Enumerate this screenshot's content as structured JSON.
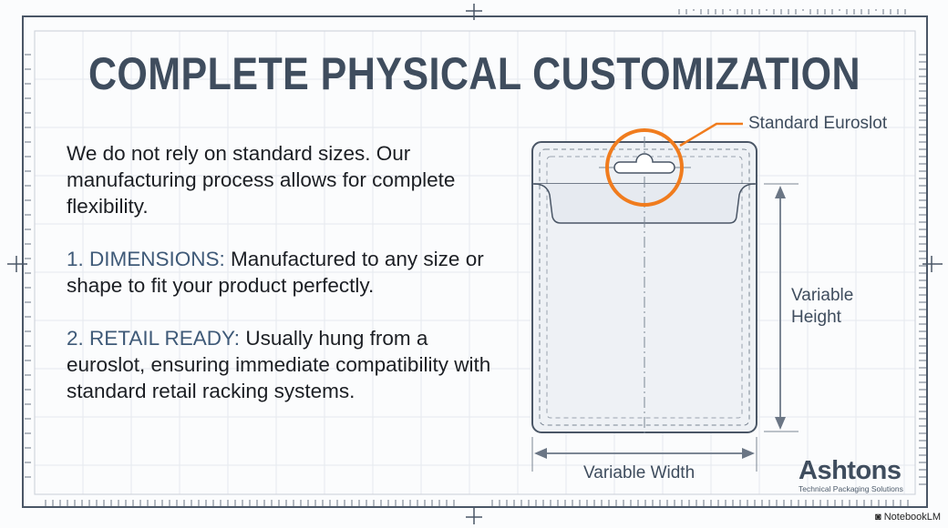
{
  "title": "COMPLETE PHYSICAL CUSTOMIZATION",
  "intro": "We do not rely on standard sizes. Our manufacturing process allows for complete flexibility.",
  "points": [
    {
      "label": "1. DIMENSIONS:",
      "text": " Manufactured to any size or shape to fit your product perfectly."
    },
    {
      "label": "2. RETAIL READY:",
      "text": " Usually hung from a euroslot, ensuring immediate compatibility with standard retail racking systems."
    }
  ],
  "diagram": {
    "euroslot_label": "Standard Euroslot",
    "height_label_1": "Variable",
    "height_label_2": "Height",
    "width_label": "Variable Width"
  },
  "logo": {
    "name": "Ashtons",
    "tagline": "Technical Packaging Solutions"
  },
  "watermark": "NotebookLM",
  "colors": {
    "accent": "#f07c1e",
    "ink": "#3f4d5e"
  }
}
